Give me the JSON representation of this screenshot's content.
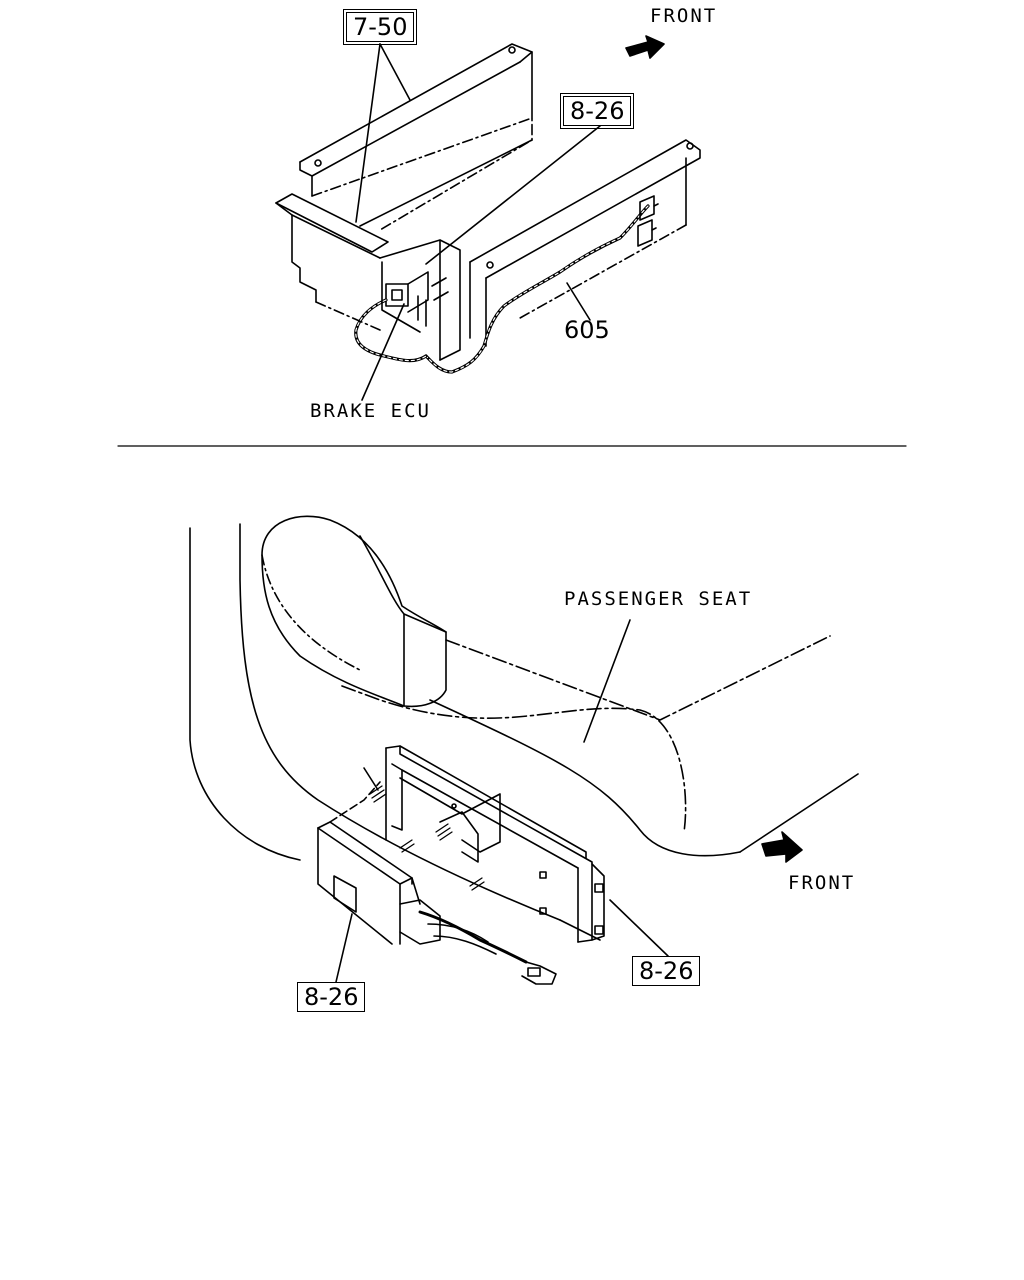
{
  "top_diagram": {
    "direction_label": "FRONT",
    "ref_upper": "7-50",
    "ref_mid": "8-26",
    "harness_part_no": "605",
    "component_label": "BRAKE ECU"
  },
  "bottom_diagram": {
    "seat_label": "PASSENGER SEAT",
    "direction_label": "FRONT",
    "ref_left": "8-26",
    "ref_right": "8-26"
  },
  "icons": [
    "front-arrow-icon",
    "front-arrow-icon"
  ]
}
